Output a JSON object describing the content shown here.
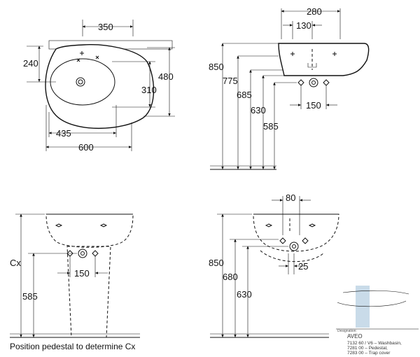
{
  "top_view": {
    "dim_width_top": "350",
    "dim_left_height": "240",
    "dim_right_height_outer": "480",
    "dim_right_height_inner": "310",
    "dim_bottom_inner": "435",
    "dim_bottom_outer": "600"
  },
  "side_view": {
    "dim_top_outer": "280",
    "dim_top_inner": "130",
    "dim_heights": [
      "850",
      "775",
      "685",
      "630",
      "585"
    ],
    "dim_connections": "150"
  },
  "pedestal_front_view": {
    "dim_height_cx": "Cx",
    "dim_height_585": "585",
    "dim_connections": "150",
    "note": "Position pedestal to determine Cx"
  },
  "trap_view": {
    "dim_top": "80",
    "dim_offset": "25",
    "dim_heights": [
      "850",
      "680",
      "630"
    ]
  },
  "title_block": {
    "header": "Designation:",
    "product": "AVEO",
    "lines": [
      "7132 60 / V6 – Washbasin,",
      "7281 00 – Pedestal,",
      "7283 00 – Trap cover"
    ]
  },
  "colors": {
    "line": "#111111",
    "title_block_accent": "#c9dbe9"
  }
}
